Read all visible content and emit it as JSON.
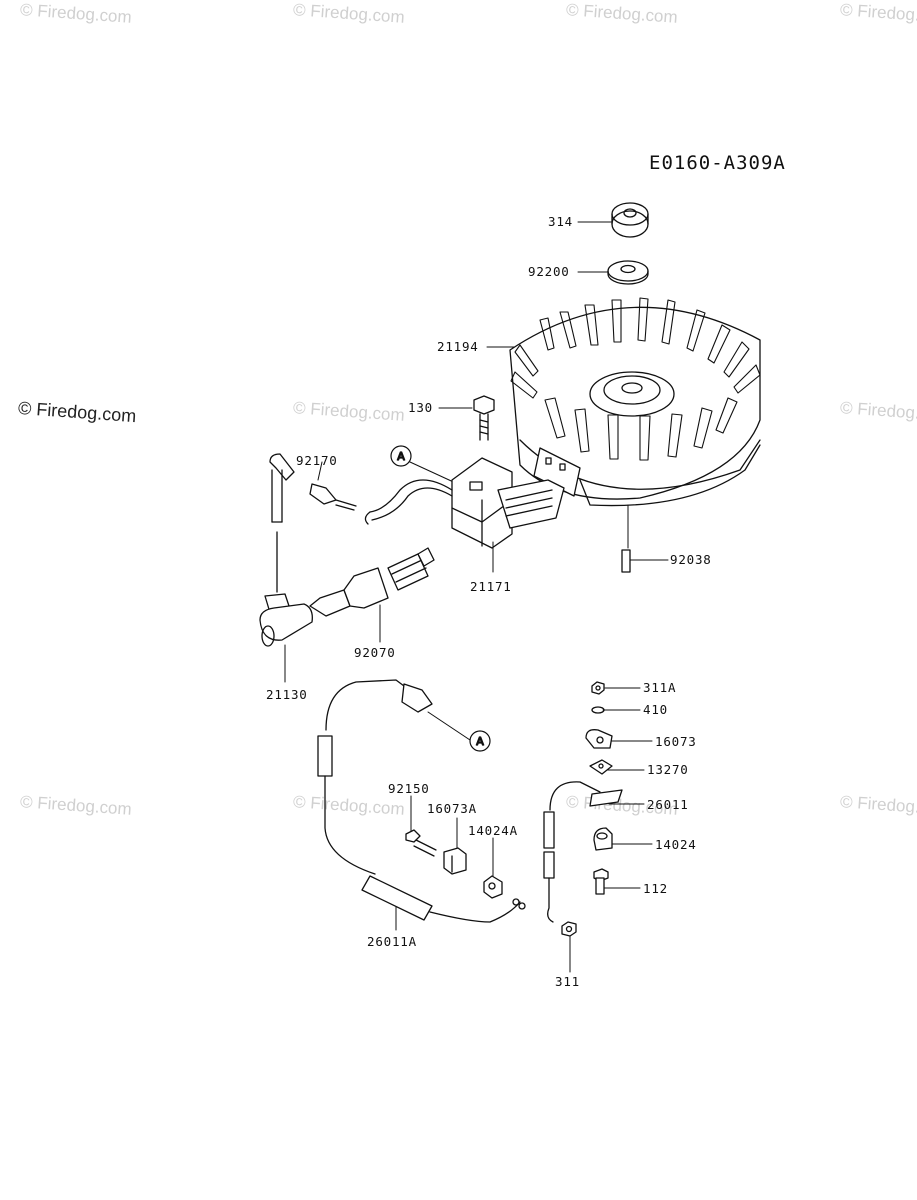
{
  "watermark": "© Firedog.com",
  "diagram_id": "E0160-A309A",
  "callout_letter": "A",
  "parts": {
    "p314": "314",
    "p92200": "92200",
    "p21194": "21194",
    "p130": "130",
    "p92170": "92170",
    "p21171": "21171",
    "p92038": "92038",
    "p92070": "92070",
    "p21130": "21130",
    "p311A": "311A",
    "p410": "410",
    "p16073": "16073",
    "p13270": "13270",
    "p26011": "26011",
    "p14024": "14024",
    "p112": "112",
    "p92150": "92150",
    "p16073A": "16073A",
    "p14024A": "14024A",
    "p26011A": "26011A",
    "p311": "311"
  }
}
